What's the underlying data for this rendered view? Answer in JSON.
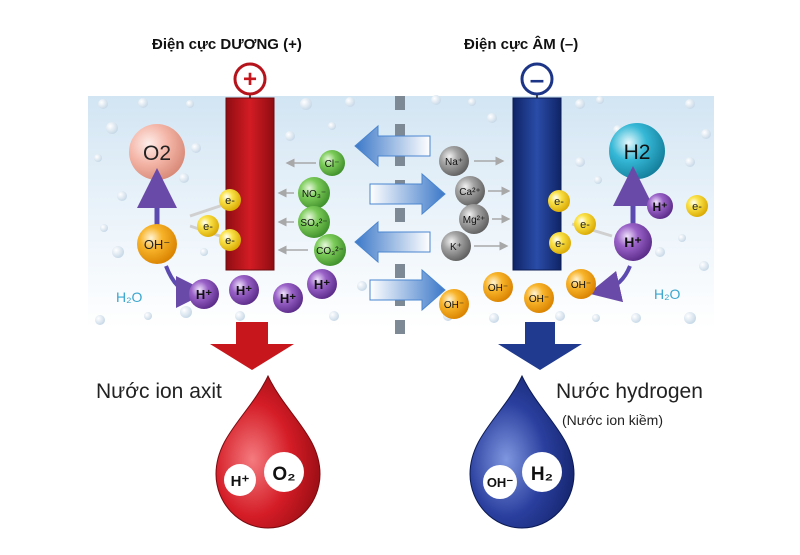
{
  "electrodes": {
    "positive": {
      "title": "Điện cực DƯƠNG (+)",
      "sign": "+",
      "color": "#b5141c"
    },
    "negative": {
      "title": "Điện cực ÂM (–)",
      "sign": "–",
      "color": "#1d3587"
    }
  },
  "left_side": {
    "o2": "O2",
    "oh": "OH⁻",
    "h2o": "H₂O",
    "electrons": [
      "e-",
      "e-",
      "e-"
    ],
    "anions": [
      "Cl⁻",
      "NO₃⁻",
      "SO₄²⁻",
      "CO₃²⁻"
    ],
    "protons": [
      "H⁺",
      "H⁺",
      "H⁺",
      "H⁺"
    ]
  },
  "right_side": {
    "h2": "H2",
    "h_plus": "H⁺",
    "h_plus_small": "H⁺",
    "free_electron": "e-",
    "h2o": "H₂O",
    "electrons": [
      "e-",
      "e-",
      "e-"
    ],
    "cations": [
      "Na⁺",
      "Ca²⁺",
      "Mg²⁺",
      "K⁺"
    ],
    "hydroxides": [
      "OH⁻",
      "OH⁻",
      "OH⁻",
      "OH⁻"
    ]
  },
  "outputs": {
    "acid_label": "Nước ion axit",
    "acid_drop_ions": [
      "H⁺",
      "O₂"
    ],
    "hydrogen_label": "Nước hydrogen",
    "hydrogen_sublabel": "(Nước ion kiềm)",
    "hydrogen_drop_ions": [
      "OH⁻",
      "H₂"
    ]
  },
  "colors": {
    "water_band": "#dcebf6",
    "red": "#c8161d",
    "blue": "#1f3a8f",
    "electron": "#f5cf1e",
    "anion": "#5fb54a",
    "cation": "#8c8c8c",
    "proton": "#7a44a8",
    "hydroxide": "#f0a01a",
    "o2_ball": "#f2b2a4",
    "h2_ball": "#29a9c8"
  }
}
